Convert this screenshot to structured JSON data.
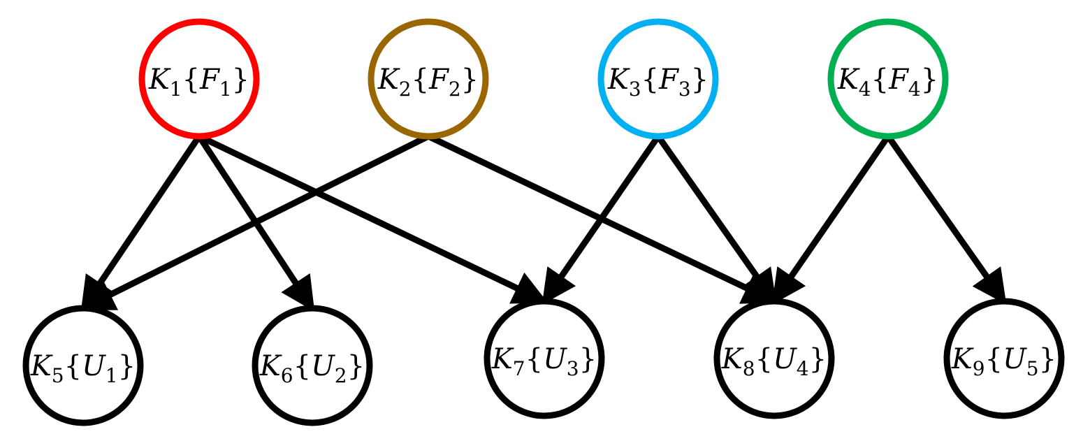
{
  "diagram": {
    "nodes": [
      {
        "id": "K1",
        "var": "K",
        "index": "1",
        "setVar": "F",
        "setIndex": "1",
        "color": "#ff0000"
      },
      {
        "id": "K2",
        "var": "K",
        "index": "2",
        "setVar": "F",
        "setIndex": "2",
        "color": "#996600"
      },
      {
        "id": "K3",
        "var": "K",
        "index": "3",
        "setVar": "F",
        "setIndex": "3",
        "color": "#00b0f0"
      },
      {
        "id": "K4",
        "var": "K",
        "index": "4",
        "setVar": "F",
        "setIndex": "4",
        "color": "#00b050"
      },
      {
        "id": "K5",
        "var": "K",
        "index": "5",
        "setVar": "U",
        "setIndex": "1",
        "color": "#000000"
      },
      {
        "id": "K6",
        "var": "K",
        "index": "6",
        "setVar": "U",
        "setIndex": "2",
        "color": "#000000"
      },
      {
        "id": "K7",
        "var": "K",
        "index": "7",
        "setVar": "U",
        "setIndex": "3",
        "color": "#000000"
      },
      {
        "id": "K8",
        "var": "K",
        "index": "8",
        "setVar": "U",
        "setIndex": "4",
        "color": "#000000"
      },
      {
        "id": "K9",
        "var": "K",
        "index": "9",
        "setVar": "U",
        "setIndex": "5",
        "color": "#000000"
      }
    ],
    "edges": [
      {
        "from": "K1",
        "to": "K5"
      },
      {
        "from": "K1",
        "to": "K6"
      },
      {
        "from": "K1",
        "to": "K7"
      },
      {
        "from": "K2",
        "to": "K5"
      },
      {
        "from": "K2",
        "to": "K8"
      },
      {
        "from": "K3",
        "to": "K7"
      },
      {
        "from": "K3",
        "to": "K8"
      },
      {
        "from": "K4",
        "to": "K8"
      },
      {
        "from": "K4",
        "to": "K9"
      }
    ],
    "edge_color": "#000000"
  }
}
